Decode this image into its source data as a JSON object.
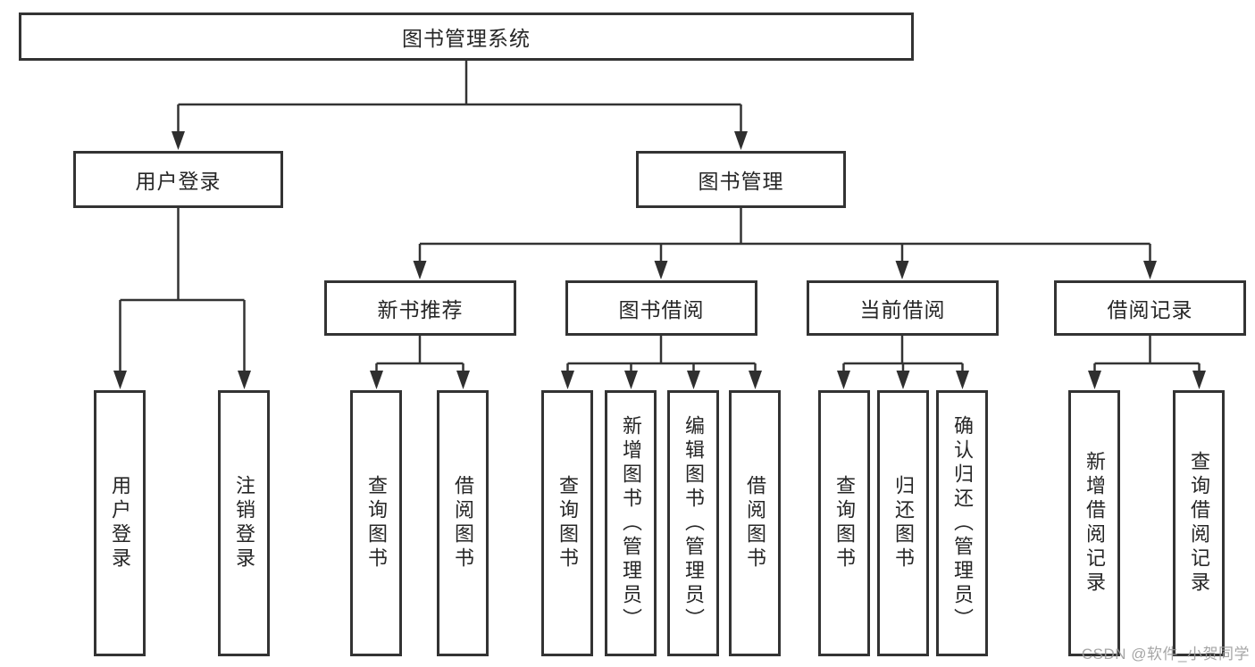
{
  "diagram": {
    "title": "图书管理系统",
    "tree": {
      "label": "图书管理系统",
      "children": [
        {
          "label": "用户登录",
          "children": [
            {
              "label": "用户登录"
            },
            {
              "label": "注销登录"
            }
          ]
        },
        {
          "label": "图书管理",
          "children": [
            {
              "label": "新书推荐",
              "children": [
                {
                  "label": "查询图书"
                },
                {
                  "label": "借阅图书"
                }
              ]
            },
            {
              "label": "图书借阅",
              "children": [
                {
                  "label": "查询图书"
                },
                {
                  "label": "新增图书（管理员）"
                },
                {
                  "label": "编辑图书（管理员）"
                },
                {
                  "label": "借阅图书"
                }
              ]
            },
            {
              "label": "当前借阅",
              "children": [
                {
                  "label": "查询图书"
                },
                {
                  "label": "归还图书"
                },
                {
                  "label": "确认归还（管理员）"
                }
              ]
            },
            {
              "label": "借阅记录",
              "children": [
                {
                  "label": "新增借阅记录"
                },
                {
                  "label": "查询借阅记录"
                }
              ]
            }
          ]
        }
      ]
    }
  },
  "watermark": {
    "text": "CSDN @软件_小贺同学"
  },
  "colors": {
    "stroke": "#333333",
    "text": "#262626",
    "watermark_text": "#9c9c9c",
    "background": "#ffffff"
  }
}
